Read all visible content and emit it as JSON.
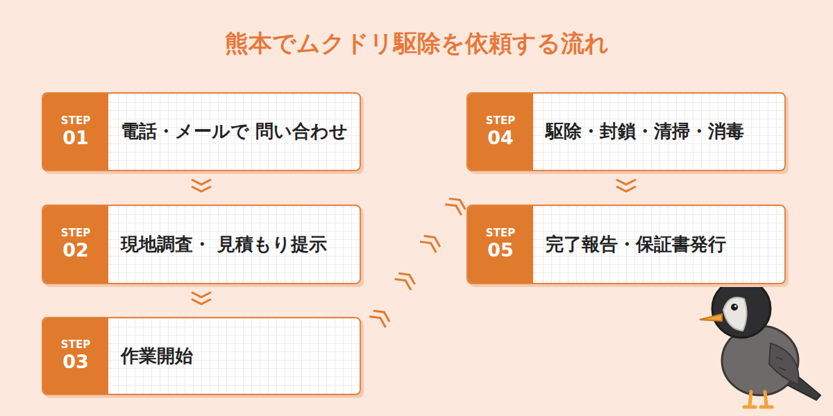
{
  "diagram": {
    "title": "熊本でムクドリ駆除を依頼する流れ",
    "nodes": [
      {
        "text": [
          "電話・メールで 問い合わせ"
        ]
      },
      {
        "text": [
          "STEP",
          "01"
        ],
        "in": 0
      },
      {
        "text": [
          "現地調査・ 見積もり提示"
        ]
      },
      {
        "text": [
          "STEP",
          "02"
        ],
        "in": 2
      },
      {
        "text": [
          "作業開始"
        ]
      },
      {
        "text": [
          "STEP",
          "03"
        ],
        "in": 4
      },
      {
        "text": [
          "駆除・封鎖・清掃・消毒"
        ]
      },
      {
        "text": [
          "STEP",
          "04"
        ],
        "in": 6
      },
      {
        "text": [
          "完了報告・保証書発行"
        ]
      },
      {
        "text": [
          "STEP",
          "05"
        ],
        "in": 8
      }
    ],
    "edges": [
      {
        "from": 0,
        "to": 2,
        "arrow": "to"
      },
      {
        "from": 2,
        "to": 4,
        "arrow": "to"
      },
      {
        "from": 4,
        "to": 6,
        "arrow": "to"
      },
      {
        "from": 6,
        "to": 8,
        "arrow": "to"
      }
    ]
  }
}
